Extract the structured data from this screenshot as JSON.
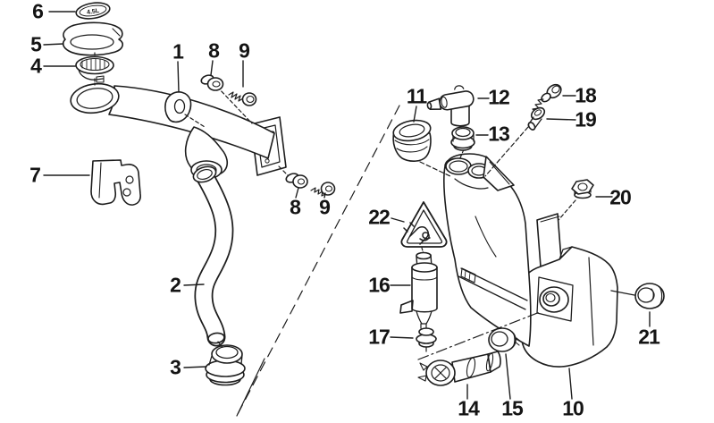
{
  "figure": {
    "type": "exploded-parts-diagram",
    "background_color": "#ffffff",
    "line_color": "#1d1d1d",
    "sticker_text": "4.5L",
    "icons": {
      "warning_triangle": "disconnect-electrical-plug-warning"
    },
    "callouts": {
      "c1": {
        "label": "1"
      },
      "c2": {
        "label": "2"
      },
      "c3": {
        "label": "3"
      },
      "c4": {
        "label": "4"
      },
      "c5": {
        "label": "5"
      },
      "c6": {
        "label": "6"
      },
      "c7": {
        "label": "7"
      },
      "c8a": {
        "label": "8"
      },
      "c8b": {
        "label": "8"
      },
      "c9a": {
        "label": "9"
      },
      "c9b": {
        "label": "9"
      },
      "c10": {
        "label": "10"
      },
      "c11": {
        "label": "11"
      },
      "c12": {
        "label": "12"
      },
      "c13": {
        "label": "13"
      },
      "c14": {
        "label": "14"
      },
      "c15": {
        "label": "15"
      },
      "c16": {
        "label": "16"
      },
      "c17": {
        "label": "17"
      },
      "c18": {
        "label": "18"
      },
      "c19": {
        "label": "19"
      },
      "c20": {
        "label": "20"
      },
      "c21": {
        "label": "21"
      },
      "c22": {
        "label": "22"
      }
    }
  }
}
